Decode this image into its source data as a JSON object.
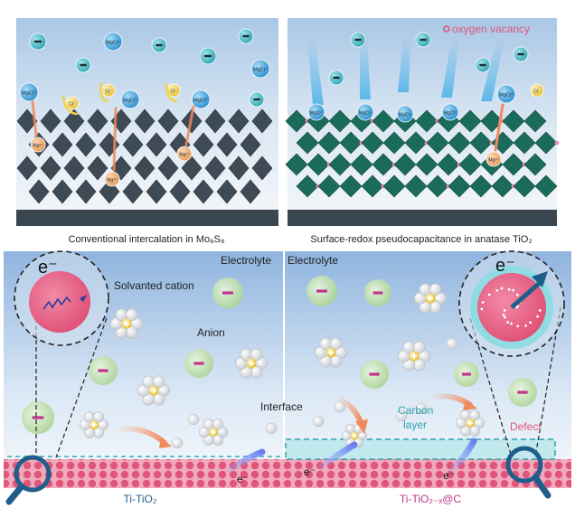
{
  "top_left": {
    "caption": "Conventional intercalation in Mo₆S₈",
    "labels": {
      "mgcl": "MgCl⁺",
      "cl": "Cl⁻",
      "mg": "Mg²⁺"
    }
  },
  "top_right": {
    "legend": "oxygen vacancy",
    "caption": "Surface-redox pseudocapacitance in anatase TiO₂",
    "labels": {
      "mgcl": "MgCl⁺",
      "cl": "Cl⁻",
      "mg": "Mg²⁺"
    }
  },
  "bottom_left": {
    "electrolyte": "Electrolyte",
    "solvated_cation": "Solvanted cation",
    "anion": "Anion",
    "interface": "Interface",
    "electron": "e⁻",
    "material": "Ti-TiO₂"
  },
  "bottom_right": {
    "electrolyte": "Electrolyte",
    "carbon_layer": "Carbon\nlayer",
    "defect": "Defect",
    "electron": "e⁻",
    "material": "Ti-TiO₂₋ₓ@C"
  },
  "colors": {
    "anion_cyan": "#3fb7c4",
    "cation_blue": "#38a9de",
    "cl_yellow": "#f2d24a",
    "mo6s8_dark": "#3e4a55",
    "tio2_teal": "#1b6b5a",
    "substrate": "#3b4750",
    "interface_pink": "#e0557a",
    "green_anion": "#b9dca5",
    "magenta": "#c2338b",
    "carbon_teal": "#6fcfd6",
    "loupe_blue": "#1f5e8a"
  }
}
